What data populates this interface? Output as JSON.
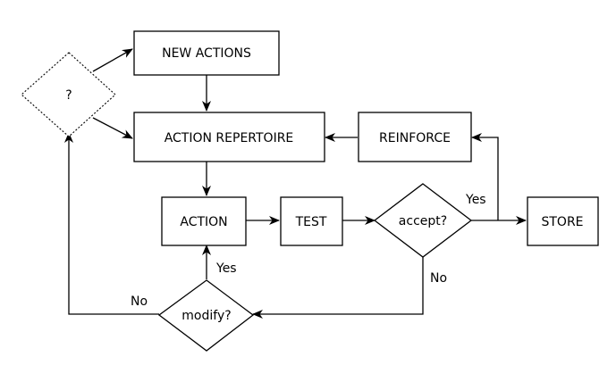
{
  "nodes": {
    "question": "?",
    "new_actions": "NEW ACTIONS",
    "action_repertoire": "ACTION REPERTOIRE",
    "reinforce": "REINFORCE",
    "action": "ACTION",
    "test": "TEST",
    "accept": "accept?",
    "store": "STORE",
    "modify": "modify?"
  },
  "edge_labels": {
    "accept_yes": "Yes",
    "accept_no": "No",
    "modify_yes": "Yes",
    "modify_no": "No"
  }
}
